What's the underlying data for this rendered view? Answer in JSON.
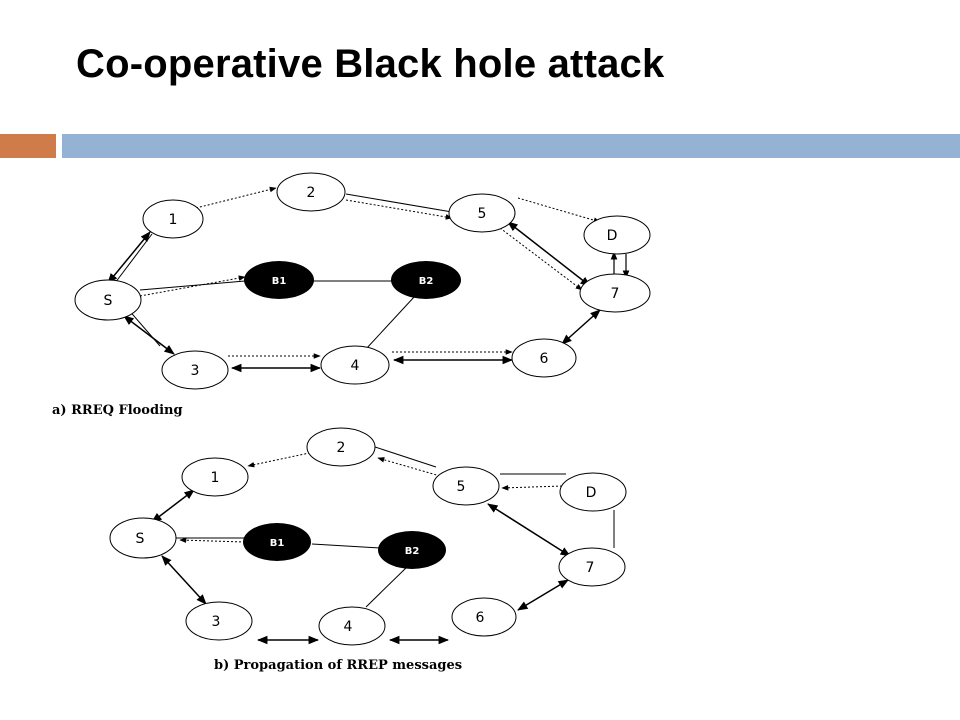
{
  "slide": {
    "title": "Co-operative Black hole attack"
  },
  "diagram_a": {
    "caption": "a) RREQ Flooding",
    "nodes": {
      "S": "S",
      "n1": "1",
      "n2": "2",
      "n3": "3",
      "n4": "4",
      "n5": "5",
      "n6": "6",
      "n7": "7",
      "D": "D",
      "B1": "B1",
      "B2": "B2"
    }
  },
  "diagram_b": {
    "caption": "b) Propagation of RREP messages",
    "nodes": {
      "S": "S",
      "n1": "1",
      "n2": "2",
      "n3": "3",
      "n4": "4",
      "n5": "5",
      "n6": "6",
      "n7": "7",
      "D": "D",
      "B1": "B1",
      "B2": "B2"
    }
  },
  "colors": {
    "accent_orange": "#d07b4a",
    "accent_blue": "#94b2d3",
    "black_hole_node": "#000000"
  }
}
